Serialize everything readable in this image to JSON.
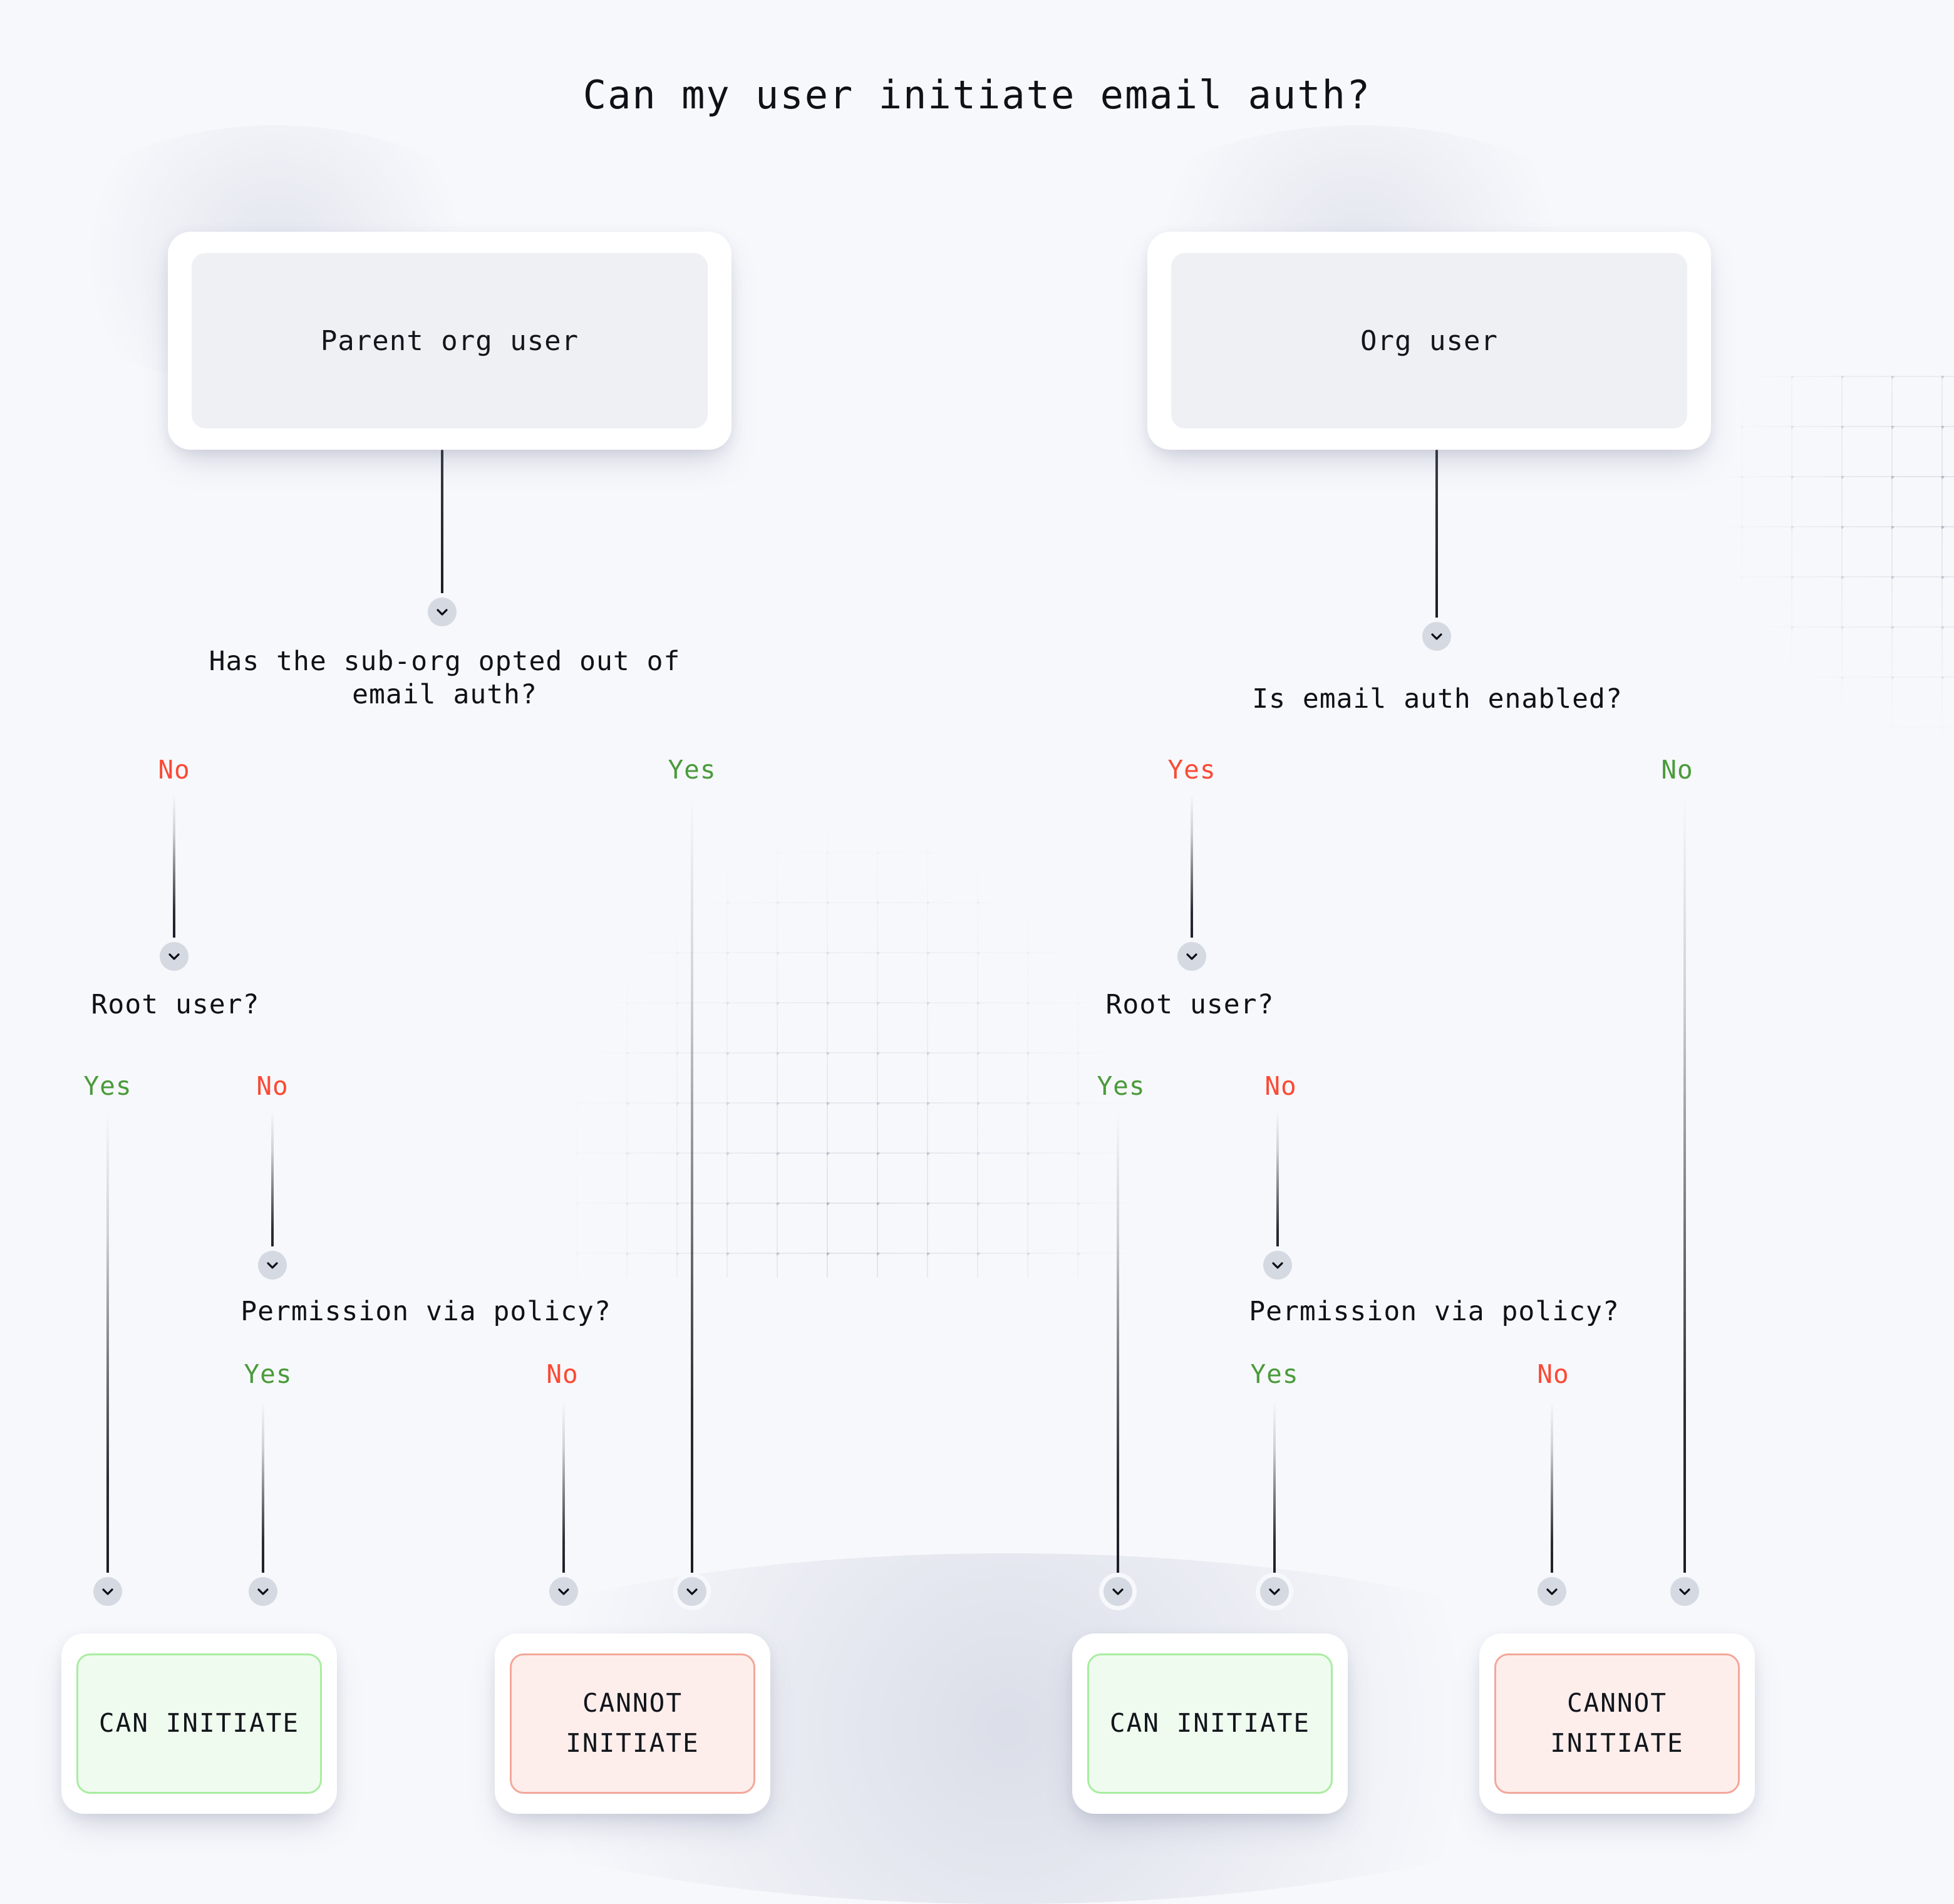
{
  "title": "Can my user initiate email auth?",
  "colors": {
    "background": "#f7f8fc",
    "card_surface": "#ffffff",
    "node_fill": "#eef0f4",
    "text": "#0e1116",
    "green": "#4a9b3a",
    "red": "#fb4a35",
    "can_fill": "#f0fbef",
    "can_border": "#a8eda0",
    "cannot_fill": "#fdeeec",
    "cannot_border": "#f2a79a",
    "connector": "#181c24",
    "marker_fill": "#d5d9e2"
  },
  "icons": {
    "chevron": "chevron-down-icon"
  },
  "branches": [
    {
      "id": "parent-org",
      "root_label": "Parent org user",
      "questions": [
        {
          "id": "sub-org-opt-out",
          "text": "Has the sub-org opted out of\nemail auth?"
        },
        {
          "id": "root-user-left",
          "text": "Root user?"
        },
        {
          "id": "permission-policy-left",
          "text": "Permission via policy?"
        }
      ],
      "edge_labels": [
        {
          "id": "sub-org-no",
          "text": "No",
          "color": "red"
        },
        {
          "id": "sub-org-yes",
          "text": "Yes",
          "color": "green"
        },
        {
          "id": "root-yes",
          "text": "Yes",
          "color": "green"
        },
        {
          "id": "root-no",
          "text": "No",
          "color": "red"
        },
        {
          "id": "policy-yes",
          "text": "Yes",
          "color": "green"
        },
        {
          "id": "policy-no",
          "text": "No",
          "color": "red"
        }
      ],
      "outcomes": [
        {
          "id": "can-initiate-left",
          "text": "CAN\nINITIATE",
          "kind": "can"
        },
        {
          "id": "cannot-initiate-left",
          "text": "CANNOT\nINITIATE",
          "kind": "cannot"
        }
      ]
    },
    {
      "id": "org",
      "root_label": "Org user",
      "questions": [
        {
          "id": "email-auth-enabled",
          "text": "Is email auth enabled?"
        },
        {
          "id": "root-user-right",
          "text": "Root user?"
        },
        {
          "id": "permission-policy-right",
          "text": "Permission via policy?"
        }
      ],
      "edge_labels": [
        {
          "id": "email-yes",
          "text": "Yes",
          "color": "red"
        },
        {
          "id": "email-no",
          "text": "No",
          "color": "green"
        },
        {
          "id": "root-yes-r",
          "text": "Yes",
          "color": "green"
        },
        {
          "id": "root-no-r",
          "text": "No",
          "color": "red"
        },
        {
          "id": "policy-yes-r",
          "text": "Yes",
          "color": "green"
        },
        {
          "id": "policy-no-r",
          "text": "No",
          "color": "red"
        }
      ],
      "outcomes": [
        {
          "id": "can-initiate-right",
          "text": "CAN\nINITIATE",
          "kind": "can"
        },
        {
          "id": "cannot-initiate-right",
          "text": "CANNOT\nINITIATE",
          "kind": "cannot"
        }
      ]
    }
  ],
  "nodes": {
    "root_parent": "Parent org user",
    "root_org": "Org user",
    "q_sub_org": "Has the sub-org opted out of\nemail auth?",
    "q_email_enabled": "Is email auth enabled?",
    "q_root_left": "Root user?",
    "q_root_right": "Root user?",
    "q_policy_left": "Permission via policy?",
    "q_policy_right": "Permission via policy?",
    "outcome_can_left": "CAN\nINITIATE",
    "outcome_cannot_left": "CANNOT\nINITIATE",
    "outcome_can_right": "CAN\nINITIATE",
    "outcome_cannot_right": "CANNOT\nINITIATE"
  },
  "edges": {
    "sub_org_no": "No",
    "sub_org_yes": "Yes",
    "root_left_yes": "Yes",
    "root_left_no": "No",
    "policy_left_yes": "Yes",
    "policy_left_no": "No",
    "email_yes": "Yes",
    "email_no": "No",
    "root_right_yes": "Yes",
    "root_right_no": "No",
    "policy_right_yes": "Yes",
    "policy_right_no": "No"
  }
}
